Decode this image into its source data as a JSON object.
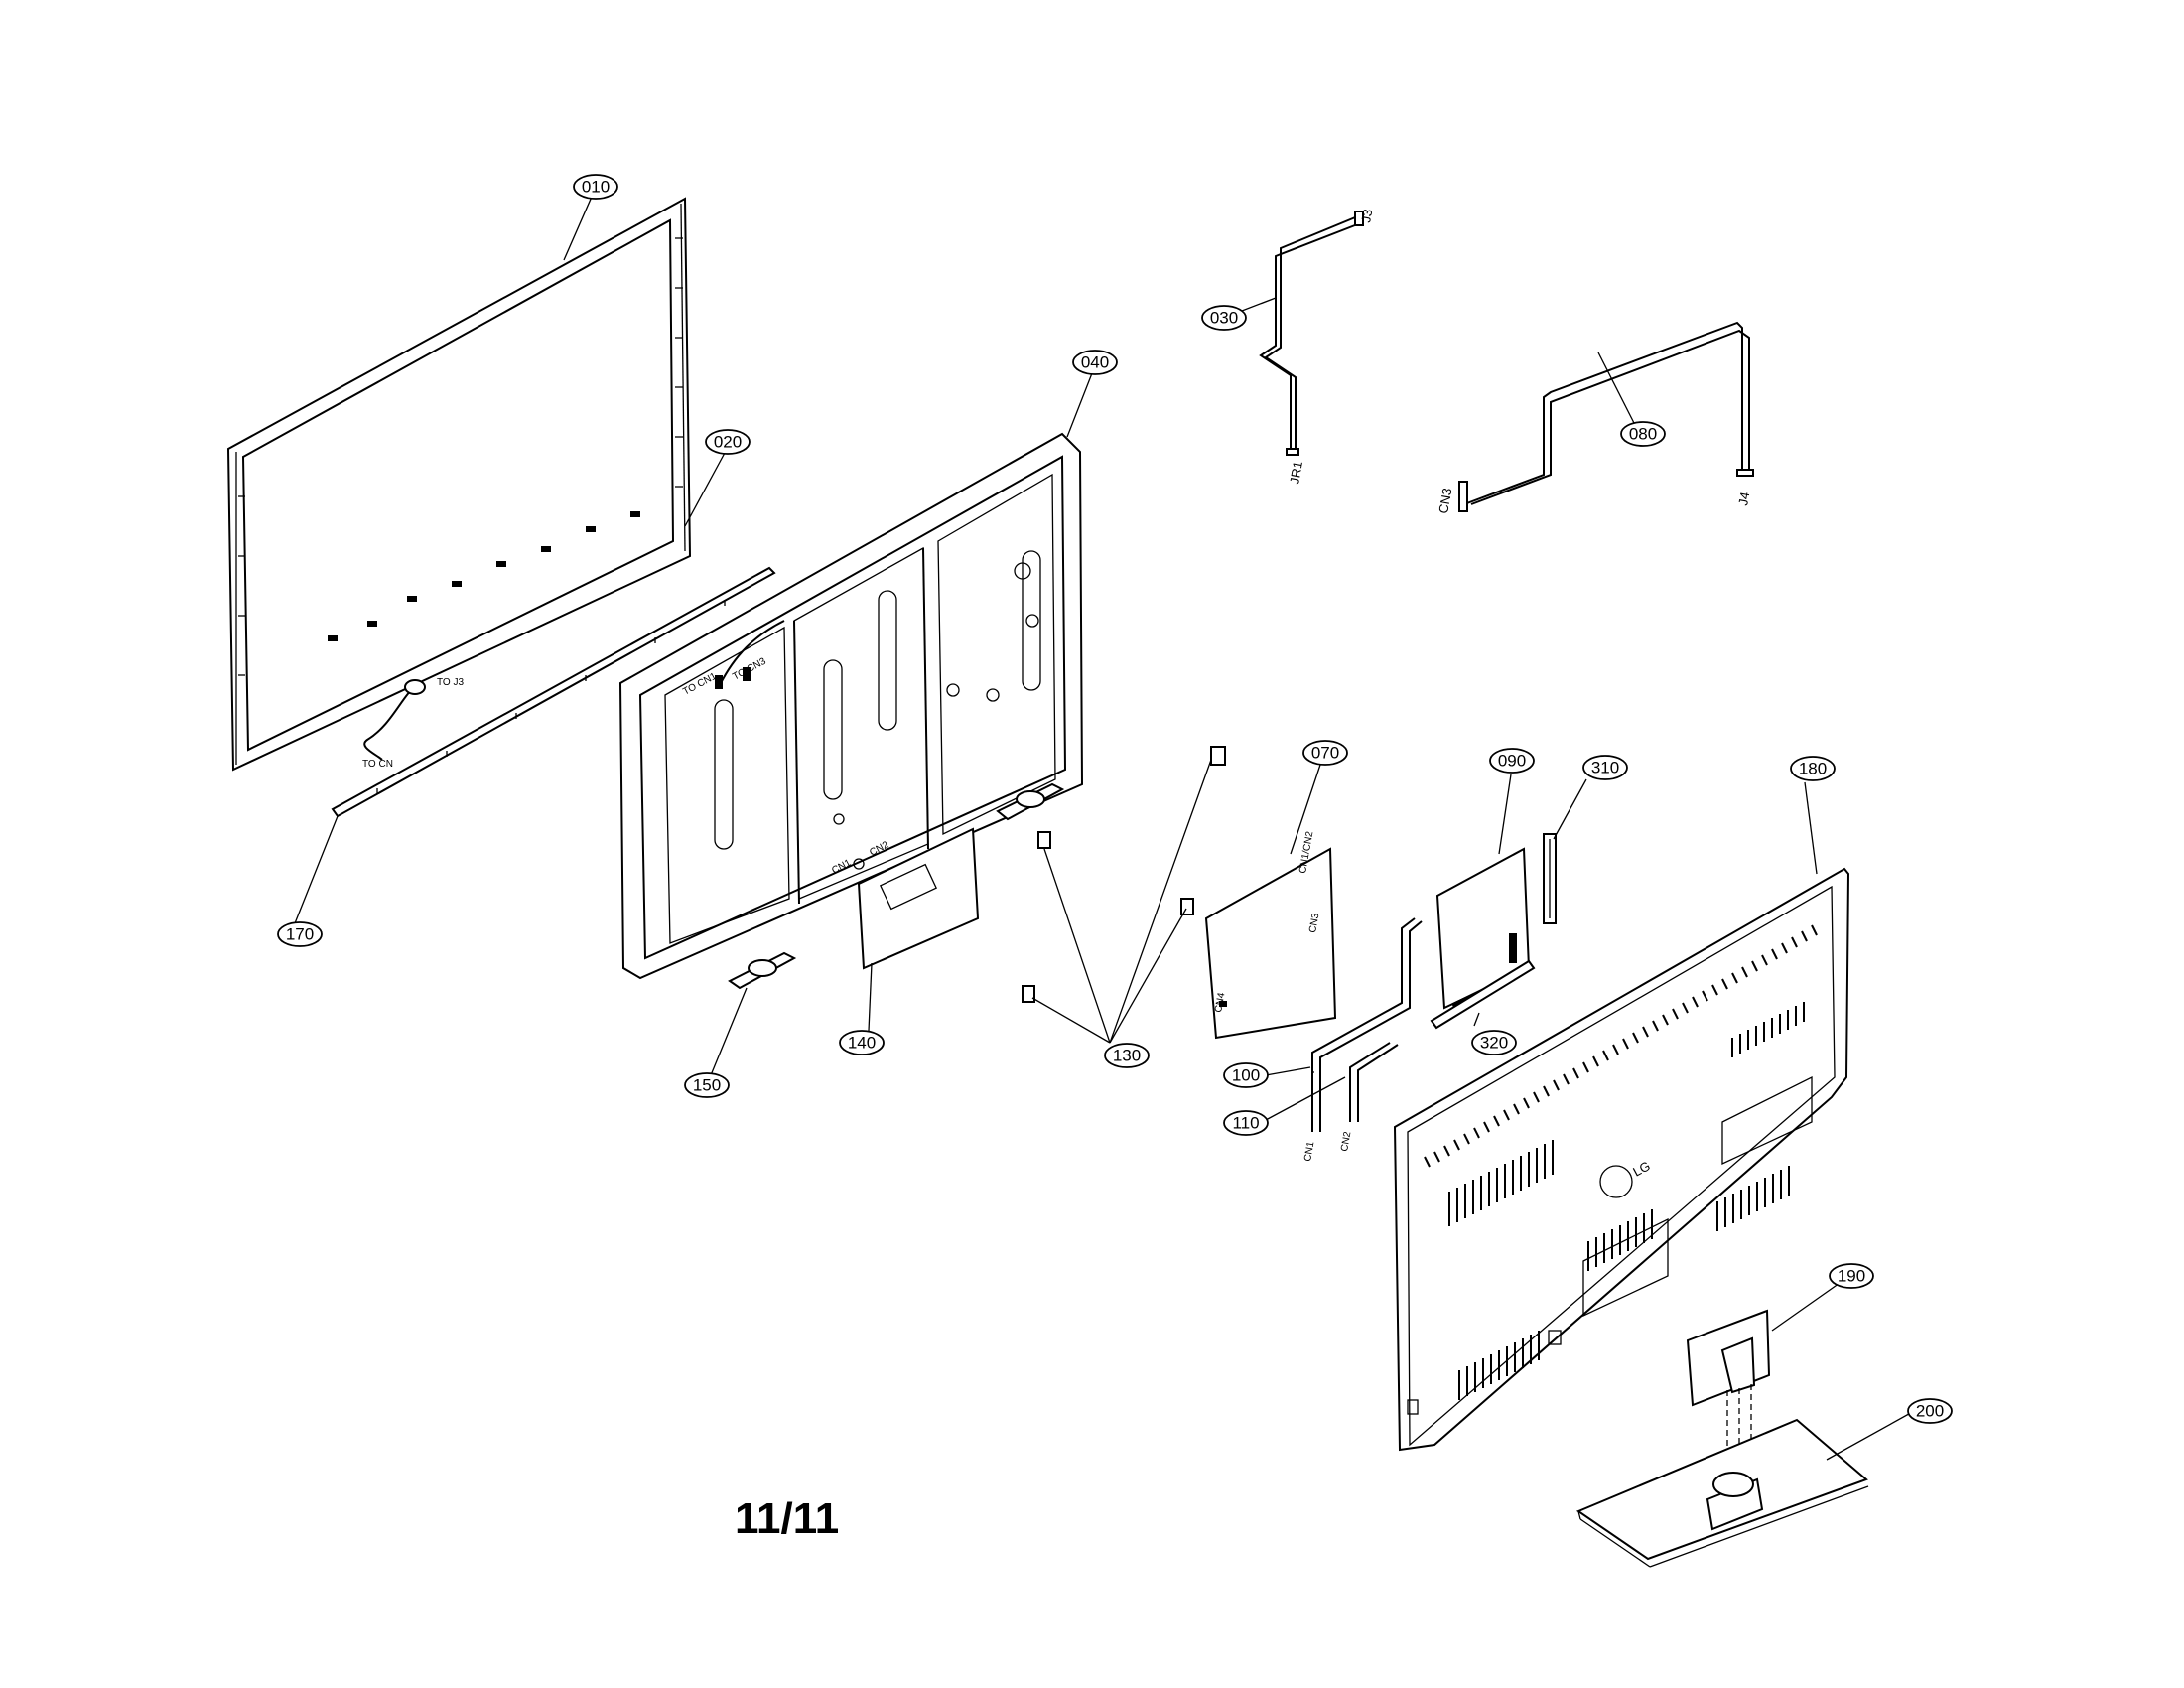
{
  "page_number": "11/11",
  "callouts": [
    {
      "label": "010"
    },
    {
      "label": "020"
    },
    {
      "label": "030"
    },
    {
      "label": "040"
    },
    {
      "label": "070"
    },
    {
      "label": "080"
    },
    {
      "label": "090"
    },
    {
      "label": "100"
    },
    {
      "label": "110"
    },
    {
      "label": "130"
    },
    {
      "label": "140"
    },
    {
      "label": "150"
    },
    {
      "label": "170"
    },
    {
      "label": "180"
    },
    {
      "label": "190"
    },
    {
      "label": "200"
    },
    {
      "label": "310"
    },
    {
      "label": "320"
    }
  ],
  "connector_labels": {
    "j3": "J3",
    "jr1": "JR1",
    "cn3": "CN3",
    "j4": "J4",
    "cn1": "CN1",
    "cn2": "CN2",
    "board_cn4": "CN4",
    "board_cn3": "CN3",
    "board_cn1cn2": "CN1/CN2",
    "chassis_cn1": "CN1",
    "chassis_cn2": "CN2",
    "chassis_to_cn1": "TO CN1",
    "chassis_to_cn3": "TO CN3",
    "frame_to_cn": "TO CN",
    "frame_to_j3": "TO J3",
    "brand": "LG"
  }
}
